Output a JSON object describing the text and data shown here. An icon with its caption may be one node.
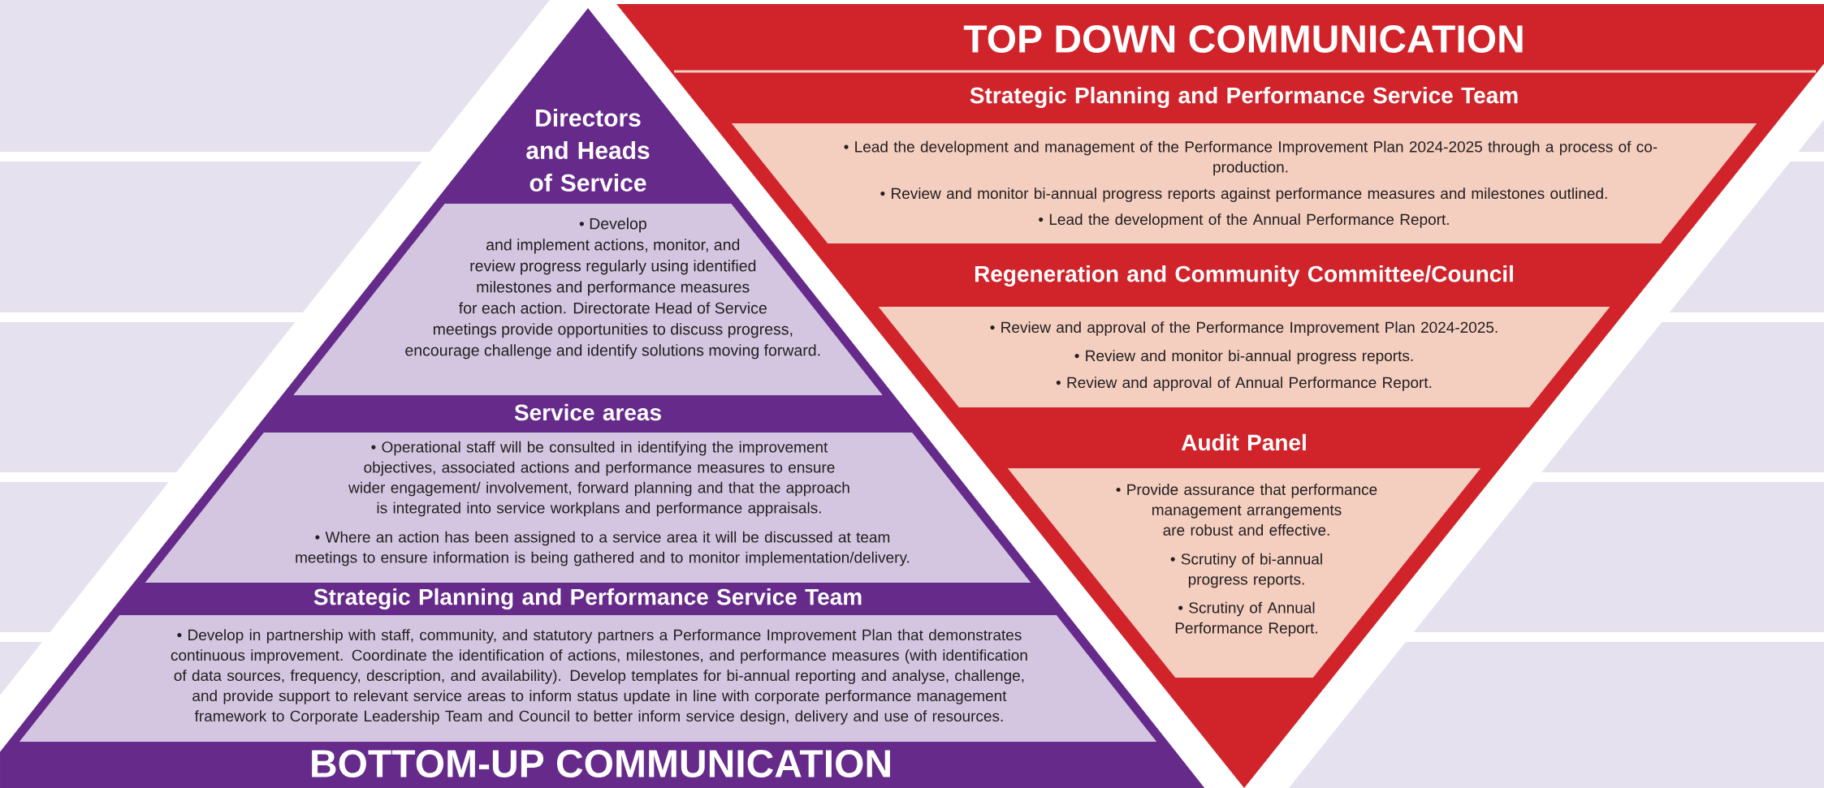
{
  "diagram": {
    "nodes": [
      {
        "text": [
          "BOTTOM-UP COMMUNICATION"
        ]
      },
      {
        "text": [
          "Directors and Heads of Service",
          "• Develop and implement actions, monitor, and review progress regularly using identified milestones and performance measures for each action. Directorate Head of Service meetings provide opportunities to discuss progress, encourage challenge and identify solutions moving forward."
        ],
        "in": 0
      },
      {
        "text": [
          "Service areas",
          "• Operational staff will be consulted in identifying the improvement objectives, associated actions and performance measures to ensure wider engagement/ involvement, forward planning and that the approach is integrated into service workplans and performance appraisals.",
          "• Where an action has been assigned to a service area it will be discussed at team meetings to ensure information is being gathered and to monitor implementation/delivery."
        ],
        "in": 0
      },
      {
        "text": [
          "Strategic Planning and Performance Service Team",
          "• Develop in partnership with staff, community, and statutory partners a Performance Improvement Plan that demonstrates continuous improvement. Coordinate the identification of actions, milestones, and performance measures (with identification of data sources, frequency, description, and availability).  Develop templates for bi-annual reporting and analyse, challenge, and provide support to relevant service areas to inform status update in line with corporate performance management framework to Corporate Leadership Team and Council to better inform service design, delivery and use of resources."
        ],
        "in": 0
      },
      {
        "text": [
          "TOP DOWN COMMUNICATION"
        ]
      },
      {
        "text": [
          "Strategic Planning and Performance Service Team",
          "• Lead the development and management of the Performance Improvement Plan 2024-2025 through a process of co-production.",
          "• Review and monitor bi-annual progress reports against performance measures and milestones outlined.",
          "• Lead the development of the Annual Performance Report."
        ],
        "in": 4
      },
      {
        "text": [
          "Regeneration and Community Committee/Council",
          "• Review and approval of the Performance Improvement Plan 2024-2025.",
          "• Review and monitor bi-annual progress reports.",
          "• Review and approval of Annual Performance Report."
        ],
        "in": 4
      },
      {
        "text": [
          "Audit Panel",
          "• Provide assurance that performance management arrangements are robust and effective.",
          "• Scrutiny of bi-annual progress reports.",
          "• Scrutiny of Annual Performance Report."
        ],
        "in": 4
      }
    ]
  }
}
